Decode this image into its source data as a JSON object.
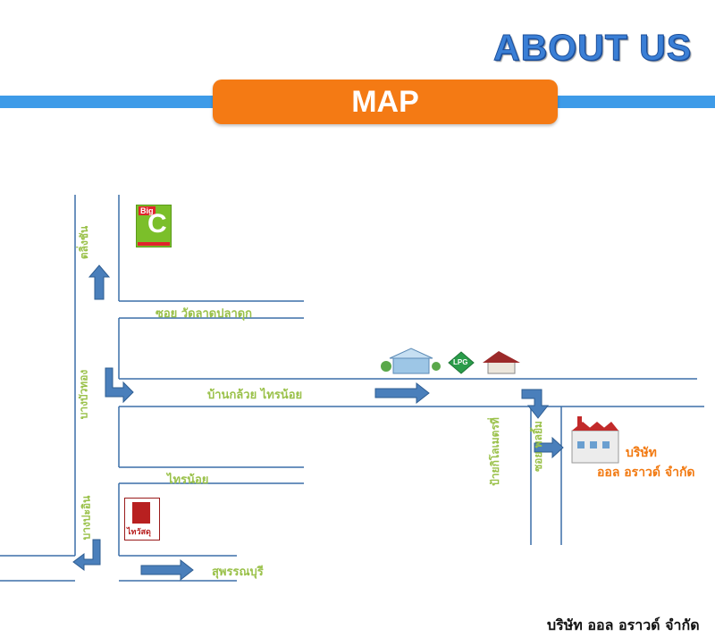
{
  "header": {
    "title": "ABOUT US",
    "section": "MAP"
  },
  "map": {
    "labels": {
      "talingchan": "ตลิ่งชัน",
      "wat_lat_pla_duk": "ซอย วัดลาดปลาดุก",
      "bang_bua_thong": "บางบัวทอง",
      "ban_kluai_sai_noi": "บ้านกล้วย ไทรน้อย",
      "soi_pho_yai": "ซอย พลยิ้ม",
      "behind_hospital": "ป้ายกิโลเมตรที่",
      "sai_noi": "ไทรน้อย",
      "bang_pa_in": "บางปะอิน",
      "suphanburi": "สุพรรณบุรี"
    },
    "landmarks": {
      "big_c_top": "Big",
      "big_c_letter": "C",
      "thai_watsadu": "ไทวัสดุ",
      "lpg": "LPG"
    },
    "company_line1": "บริษัท",
    "company_line2": "ออล อราวด์ จำกัด"
  },
  "footer": {
    "company": "บริษัท ออล อราวด์ จำกัด"
  },
  "colors": {
    "accent_orange": "#f47a14",
    "band_blue": "#3e9be8",
    "road_blue": "#3b6fa8",
    "label_green": "#9ac14a"
  }
}
